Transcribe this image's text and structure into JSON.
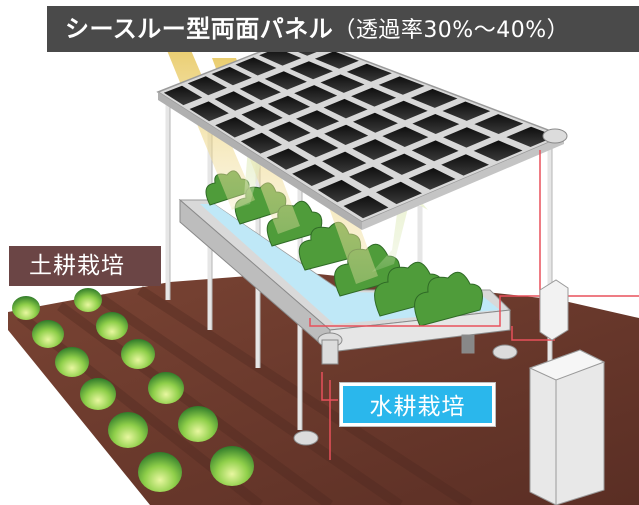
{
  "title": {
    "main": "シースルー型両面パネル",
    "sub": "（透過率30%～40%）"
  },
  "labels": {
    "soil": "土耕栽培",
    "hydroponic": "水耕栽培"
  },
  "colors": {
    "title_bg": "#4a4a4a",
    "soil_label_bg": "#6b4545",
    "hydro_label_bg": "#2ab7ec",
    "soil_ground": "#6e3a2c",
    "panel_cell": "#1c1c1c",
    "light_beam": "#f4d982",
    "plant_green": "#4f9c3a",
    "water": "#bfe8f7",
    "wire_red": "#e8505b"
  }
}
